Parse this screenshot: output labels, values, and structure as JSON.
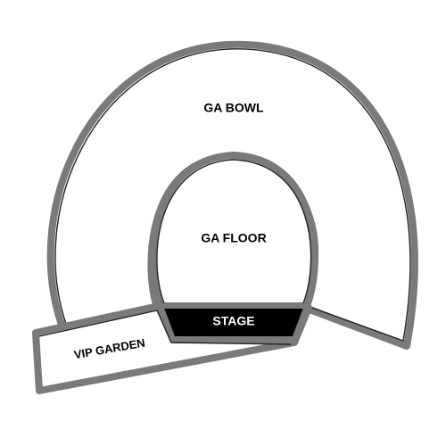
{
  "venue_map": {
    "sections": {
      "ga_bowl": {
        "label": "GA BOWL"
      },
      "ga_floor": {
        "label": "GA FLOOR"
      },
      "vip_garden": {
        "label": "VIP GARDEN"
      },
      "stage": {
        "label": "STAGE"
      }
    },
    "colors": {
      "outline": "#7a7a7a",
      "inner_line": "#222222",
      "section_fill": "#ffffff",
      "stage_fill": "#000000",
      "stage_text": "#ffffff",
      "label_text": "#000000"
    }
  }
}
